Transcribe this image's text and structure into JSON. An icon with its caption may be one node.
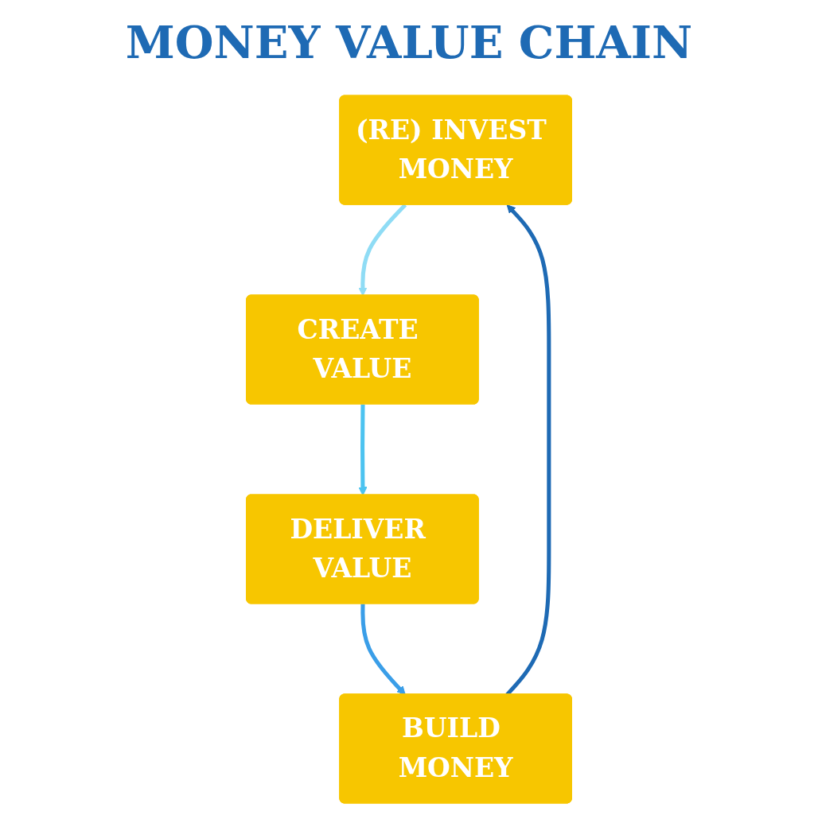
{
  "diagram": {
    "title": "MONEY VALUE CHAIN",
    "nodes": [
      {
        "text": [
          "(RE) INVEST MONEY"
        ]
      },
      {
        "text": [
          "CREATE VALUE"
        ]
      },
      {
        "text": [
          "DELIVER VALUE"
        ]
      },
      {
        "text": [
          "BUILD MONEY"
        ]
      }
    ],
    "edges": [
      {
        "from": 0,
        "to": 1,
        "arrow": "to",
        "color": "#8fdcf5"
      },
      {
        "from": 1,
        "to": 2,
        "arrow": "to",
        "color": "#4cc3f0"
      },
      {
        "from": 2,
        "to": 3,
        "arrow": "to",
        "color": "#3a9ee8"
      },
      {
        "from": 3,
        "to": 0,
        "arrow": "to",
        "color": "#1e6ab4"
      }
    ]
  }
}
